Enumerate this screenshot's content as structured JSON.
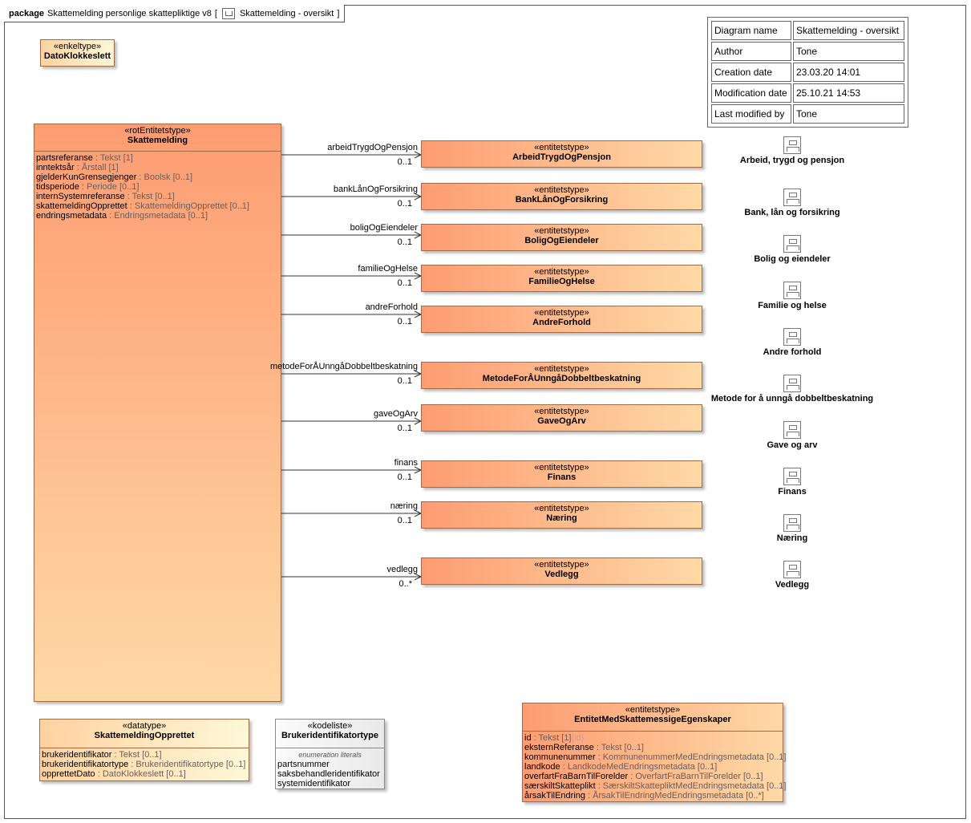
{
  "package_tab": {
    "keyword": "package",
    "name": "Skattemelding personlige skattepliktige v8",
    "diagram": "Skattemelding - oversikt"
  },
  "info": [
    {
      "key": "Diagram name",
      "value": "Skattemelding - oversikt"
    },
    {
      "key": "Author",
      "value": "Tone"
    },
    {
      "key": "Creation date",
      "value": "23.03.20 14:01"
    },
    {
      "key": "Modification date",
      "value": "25.10.21 14:53"
    },
    {
      "key": "Last modified by",
      "value": "Tone"
    }
  ],
  "dato": {
    "stereotype": "«enkeltype»",
    "name": "DatoKlokkeslett"
  },
  "root": {
    "stereotype": "«rotEntitetstype»",
    "name": "Skattemelding",
    "attrs": [
      {
        "n": "partsreferanse",
        "t": "Tekst [1]"
      },
      {
        "n": "inntektsår",
        "t": "Årstall [1]"
      },
      {
        "n": "gjelderKunGrensegjenger",
        "t": "Boolsk [0..1]"
      },
      {
        "n": "tidsperiode",
        "t": "Periode [0..1]"
      },
      {
        "n": "internSystemreferanse",
        "t": "Tekst [0..1]"
      },
      {
        "n": "skattemeldingOpprettet",
        "t": "SkattemeldingOpprettet [0..1]"
      },
      {
        "n": "endringsmetadata",
        "t": "Endringsmetadata [0..1]"
      }
    ]
  },
  "entities": [
    {
      "stereotype": "«entitetstype»",
      "name": "ArbeidTrygdOgPensjon",
      "role": "arbeidTrygdOgPensjon",
      "mult": "0..1",
      "diagram_link": "Arbeid, trygd og pensjon"
    },
    {
      "stereotype": "«entitetstype»",
      "name": "BankLånOgForsikring",
      "role": "bankLånOgForsikring",
      "mult": "0..1",
      "diagram_link": "Bank, lån og forsikring"
    },
    {
      "stereotype": "«entitetstype»",
      "name": "BoligOgEiendeler",
      "role": "boligOgEiendeler",
      "mult": "0..1",
      "diagram_link": "Bolig og eiendeler"
    },
    {
      "stereotype": "«entitetstype»",
      "name": "FamilieOgHelse",
      "role": "familieOgHelse",
      "mult": "0..1",
      "diagram_link": "Familie og helse"
    },
    {
      "stereotype": "«entitetstype»",
      "name": "AndreForhold",
      "role": "andreForhold",
      "mult": "0..1",
      "diagram_link": "Andre forhold"
    },
    {
      "stereotype": "«entitetstype»",
      "name": "MetodeForÅUnngåDobbeltbeskatning",
      "role": "metodeForÅUnngåDobbeltbeskatning",
      "mult": "0..1",
      "diagram_link": "Metode for å unngå dobbeltbeskatning"
    },
    {
      "stereotype": "«entitetstype»",
      "name": "GaveOgArv",
      "role": "gaveOgArv",
      "mult": "0..1",
      "diagram_link": "Gave og arv"
    },
    {
      "stereotype": "«entitetstype»",
      "name": "Finans",
      "role": "finans",
      "mult": "0..1",
      "diagram_link": "Finans"
    },
    {
      "stereotype": "«entitetstype»",
      "name": "Næring",
      "role": "næring",
      "mult": "0..1",
      "diagram_link": "Næring"
    },
    {
      "stereotype": "«entitetstype»",
      "name": "Vedlegg",
      "role": "vedlegg",
      "mult": "0..*",
      "diagram_link": "Vedlegg"
    }
  ],
  "opprettet": {
    "stereotype": "«datatype»",
    "name": "SkattemeldingOpprettet",
    "attrs": [
      {
        "n": "brukeridentifikator",
        "t": "Tekst [0..1]"
      },
      {
        "n": "brukeridentifikatortype",
        "t": "Brukeridentifikatortype [0..1]"
      },
      {
        "n": "opprettetDato",
        "t": "DatoKlokkeslett [0..1]"
      }
    ]
  },
  "kodeliste": {
    "stereotype": "«kodeliste»",
    "name": "Brukeridentifikatortype",
    "section": "enumeration literals",
    "literals": [
      "partsnummer",
      "saksbehandleridentifikator",
      "systemidentifikator"
    ]
  },
  "egenskaper": {
    "stereotype": "«entitetstype»",
    "name": "EntitetMedSkattemessigeEgenskaper",
    "attrs": [
      {
        "n": "id",
        "t": "Tekst [1]",
        "extra": "{id}"
      },
      {
        "n": "eksternReferanse",
        "t": "Tekst [0..1]"
      },
      {
        "n": "kommunenummer",
        "t": "KommunenummerMedEndringsmetadata [0..1]"
      },
      {
        "n": "landkode",
        "t": "LandkodeMedEndringsmetadata [0..1]"
      },
      {
        "n": "overfartFraBarnTilForelder",
        "t": "OverfartFraBarnTilForelder [0..1]"
      },
      {
        "n": "særskiltSkatteplikt",
        "t": "SærskiltSkattepliktMedEndringsmetadata [0..1]"
      },
      {
        "n": "årsakTilEndring",
        "t": "ÅrsakTilEndringMedEndringsmetadata [0..*]"
      }
    ]
  }
}
